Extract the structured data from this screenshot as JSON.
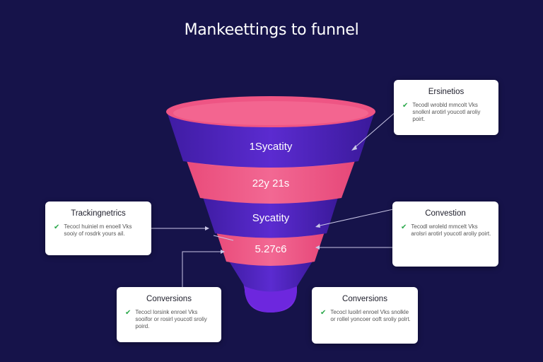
{
  "title": "Mankeettings to funnel",
  "stages": [
    {
      "label": "1Sycatity"
    },
    {
      "label": "22y 21s"
    },
    {
      "label": "Sycatity"
    },
    {
      "label": "5.27c6"
    }
  ],
  "cards": {
    "top_right": {
      "title": "Ersinetios",
      "body": "Tecodl wrobld mmcolt Vks snolknl arotirl youcotl aroliy poirt."
    },
    "mid_left": {
      "title": "Trackingnetrics",
      "body": "Tecocl huiniel m enoell Vks sooiy of rosdrk yours ail."
    },
    "mid_right": {
      "title": "Convestion",
      "body": "Tecodl wroleld mmcelt Vks arolsri arotirl youcotl aroliy poirt."
    },
    "bottom_left": {
      "title": "Conversions",
      "body": "Tecocl lorsink enroel Vks sooifor or rosirl youcotl sroliy poird."
    },
    "bottom_right": {
      "title": "Conversions",
      "body": "Tecocl luoilrl enroel Vks snolkle or rollel yoncoer ooft sroliy polrt."
    }
  },
  "colors": {
    "background": "#16134a",
    "pink": "#ef5b86",
    "pink_light": "#f47199",
    "purple": "#5a22c8",
    "purple_dark": "#3d1aa0",
    "check": "#2aa84a"
  }
}
